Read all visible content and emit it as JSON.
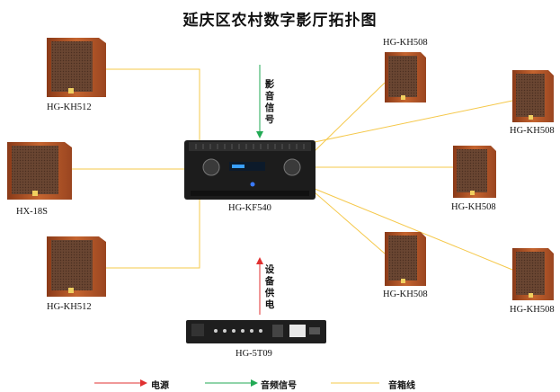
{
  "title": "延庆区农村数字影厅拓扑图",
  "nodes": {
    "left_top": "HG-KH512",
    "left_mid": "HX-18S",
    "left_bottom": "HG-KH512",
    "amp": "HG-KF540",
    "power": "HG-5T09",
    "r1": "HG-KH508",
    "r2": "HG-KH508",
    "r3": "HG-KH508",
    "r4": "HG-KH508",
    "r5": "HG-KH508"
  },
  "annotations": {
    "video_signal": "影音信号",
    "power_supply": "设备供电"
  },
  "legend": {
    "power": "电源",
    "audio": "音频信号",
    "speaker": "音箱线"
  },
  "colors": {
    "power": "#e03030",
    "audio": "#22aa55",
    "speaker": "#f5c84a",
    "speaker_body": "#b85a2a",
    "speaker_grille": "#6e4a36"
  }
}
